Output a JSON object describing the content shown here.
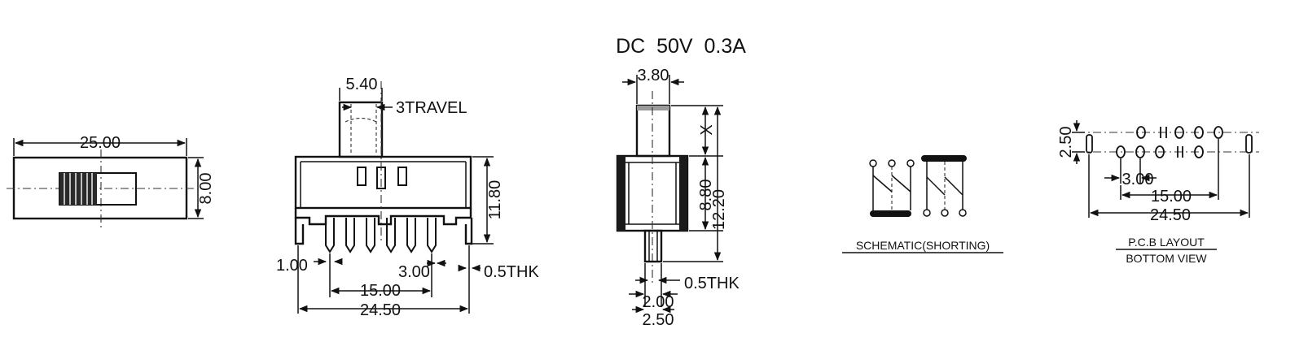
{
  "title": "DC  50V  0.3A",
  "top_view": {
    "width_dim": "25.00",
    "height_dim": "8.00"
  },
  "front_view": {
    "actuator_width": "5.40",
    "travel": "3TRAVEL",
    "height": "11.80",
    "pin_width": "1.00",
    "pin_pitch": "3.00",
    "thickness": "0.5THK",
    "pin_span": "15.00",
    "overall_width": "24.50"
  },
  "side_view": {
    "actuator_width": "3.80",
    "actuator_height": "X",
    "body_height": "8.80",
    "total_height": "12.20",
    "thickness": "0.5THK",
    "pin_dim_a": "2.00",
    "pin_dim_b": "2.50"
  },
  "schematic": {
    "label": "SCHEMATIC(SHORTING)"
  },
  "pcb_layout": {
    "row_spacing": "2.50",
    "pitch": "3.00",
    "pin_span": "15.00",
    "overall": "24.50",
    "label_line1": "P.C.B LAYOUT",
    "label_line2": "BOTTOM VIEW"
  }
}
